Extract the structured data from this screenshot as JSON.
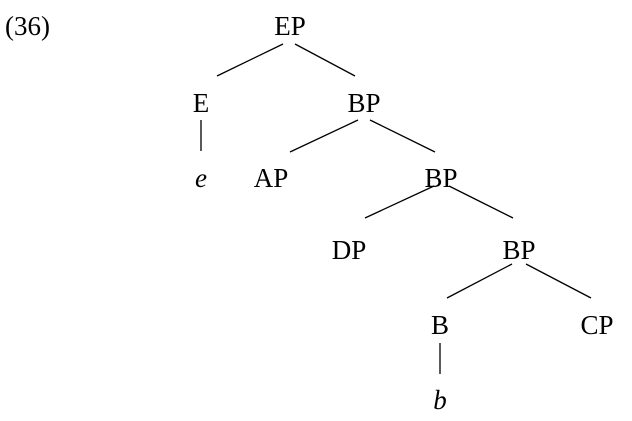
{
  "example_number": "(36)",
  "nodes": {
    "ep": "EP",
    "e_head": "E",
    "e_terminal": "e",
    "bp1": "BP",
    "ap": "AP",
    "bp2": "BP",
    "dp": "DP",
    "bp3": "BP",
    "b_head": "B",
    "b_terminal": "b",
    "cp": "CP"
  }
}
